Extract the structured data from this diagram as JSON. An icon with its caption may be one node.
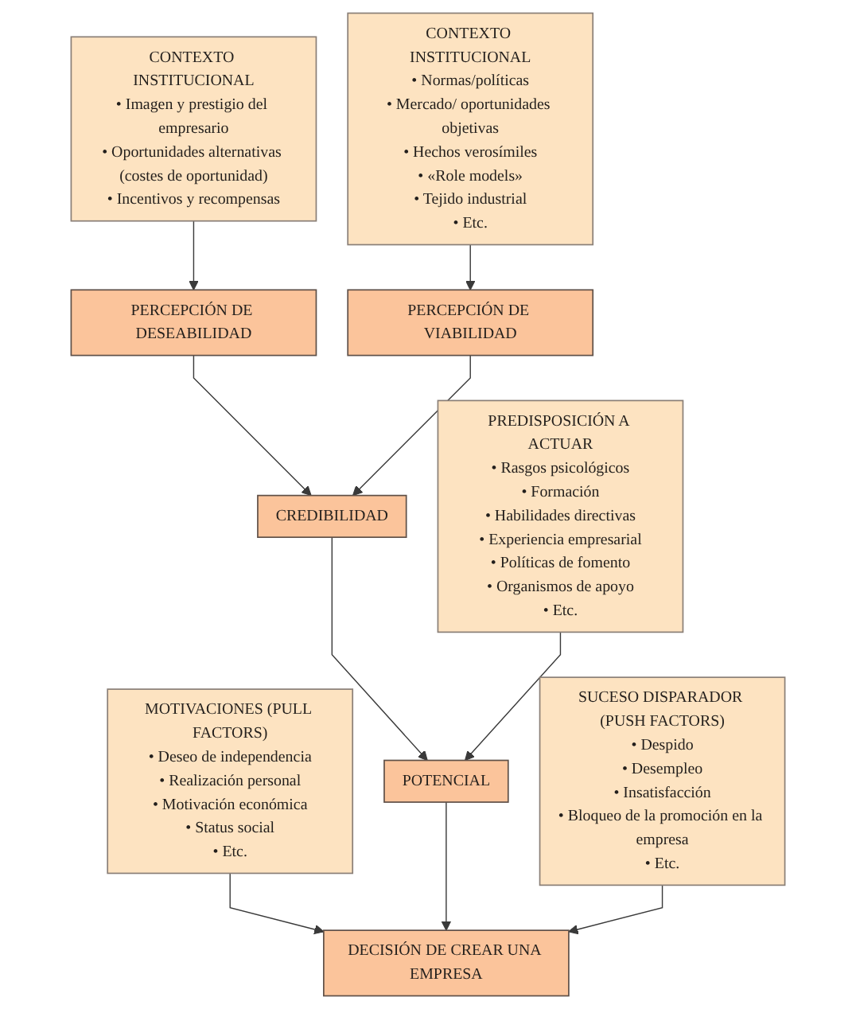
{
  "diagram": {
    "nodes": [
      {
        "text": [
          "CONTEXTO INSTITUCIONAL",
          "• Imagen y prestigio del empresario",
          "• Oportunidades alternativas (costes de oportunidad)",
          "• Incentivos y recompensas"
        ]
      },
      {
        "text": [
          "MOTIVACIONES (PULL FACTORS)",
          "• Deseo de independencia",
          "• Realización personal",
          "• Motivación económica",
          "• Status social",
          "• Etc."
        ]
      },
      {
        "text": [
          "PERCEPCIÓN DE DESEABILIDAD"
        ]
      },
      {
        "text": [
          "PERCEPCIÓN DE VIABILIDAD"
        ]
      },
      {
        "text": [
          "CREDIBILIDAD"
        ]
      },
      {
        "text": [
          "POTENCIAL"
        ]
      },
      {
        "text": [
          "DECISIÓN DE CREAR UNA EMPRESA"
        ]
      },
      {
        "text": [
          "CONTEXTO INSTITUCIONAL",
          "• Normas/políticas",
          "• Mercado/ oportunidades objetivas",
          "• Hechos verosímiles",
          "• «Role models»",
          "• Tejido industrial",
          "• Etc."
        ]
      },
      {
        "text": [
          "PREDISPOSICIÓN A ACTUAR",
          "• Rasgos psicológicos",
          "• Formación",
          "• Habilidades directivas",
          "• Experiencia empresarial",
          "• Políticas de fomento",
          "• Organismos de apoyo",
          "• Etc."
        ]
      },
      {
        "text": [
          "SUCESO DISPARADOR (PUSH FACTORS)",
          "• Despido",
          "• Desempleo",
          "• Insatisfacción",
          "• Bloqueo de la promoción en la empresa",
          "• Etc."
        ]
      }
    ],
    "edges": [
      {
        "from": 0,
        "to": 2,
        "arrow": "to"
      },
      {
        "from": 1,
        "to": 6,
        "arrow": "to"
      },
      {
        "from": 2,
        "to": 4,
        "arrow": "to"
      },
      {
        "from": 3,
        "to": 4,
        "arrow": "to"
      },
      {
        "from": 4,
        "to": 5,
        "arrow": "to"
      },
      {
        "from": 5,
        "to": 6,
        "arrow": "to"
      },
      {
        "from": 7,
        "to": 3,
        "arrow": "to"
      },
      {
        "from": 8,
        "to": 5,
        "arrow": "to"
      },
      {
        "from": 9,
        "to": 6,
        "arrow": "to"
      }
    ]
  }
}
